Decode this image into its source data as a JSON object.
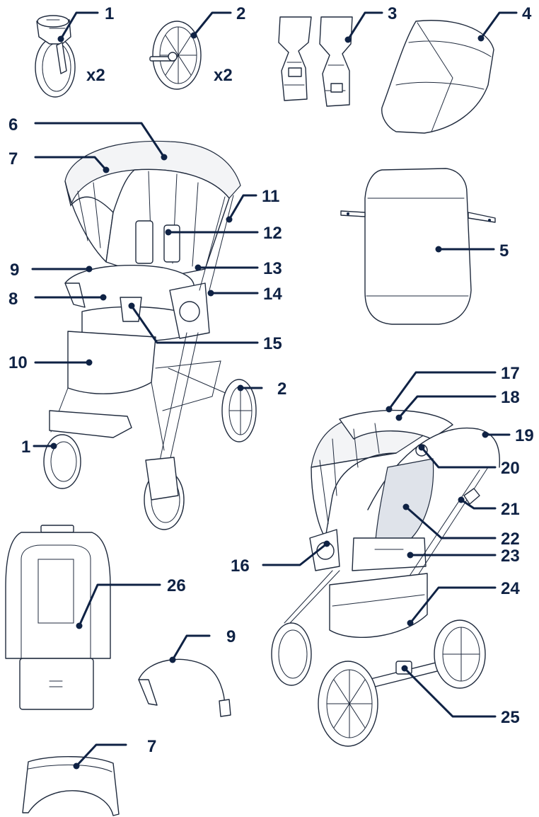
{
  "colors": {
    "line": "#1f2a3d",
    "callout": "#0f2244",
    "background": "#ffffff"
  },
  "quantities": {
    "front_wheels": "x2",
    "rear_wheels": "x2"
  },
  "callouts": {
    "c1a": "1",
    "c2a": "2",
    "c3": "3",
    "c4": "4",
    "c5": "5",
    "c6": "6",
    "c7a": "7",
    "c9a": "9",
    "c8": "8",
    "c10": "10",
    "c11": "11",
    "c12": "12",
    "c13": "13",
    "c14": "14",
    "c15": "15",
    "c2b": "2",
    "c1b": "1",
    "c17": "17",
    "c18": "18",
    "c19": "19",
    "c20": "20",
    "c21": "21",
    "c22": "22",
    "c16": "16",
    "c23": "23",
    "c24": "24",
    "c25": "25",
    "c26": "26",
    "c9b": "9",
    "c7b": "7"
  }
}
